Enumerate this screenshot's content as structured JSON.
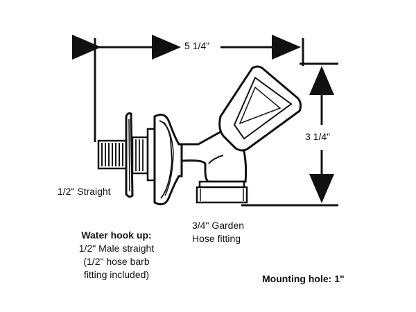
{
  "dimensions": {
    "width": "5 1/4\"",
    "height": "3 1/4\""
  },
  "labels": {
    "inlet": "1/2\" Straight",
    "outlet_line1": "3/4\" Garden",
    "outlet_line2": "Hose fitting"
  },
  "water_hookup": {
    "title": "Water hook up:",
    "line1": "1/2\" Male straight",
    "line2": "(1/2\" hose barb",
    "line3": "fitting included)"
  },
  "mounting": {
    "label": "Mounting hole: 1\""
  },
  "colors": {
    "ink": "#111111",
    "background": "#ffffff"
  }
}
